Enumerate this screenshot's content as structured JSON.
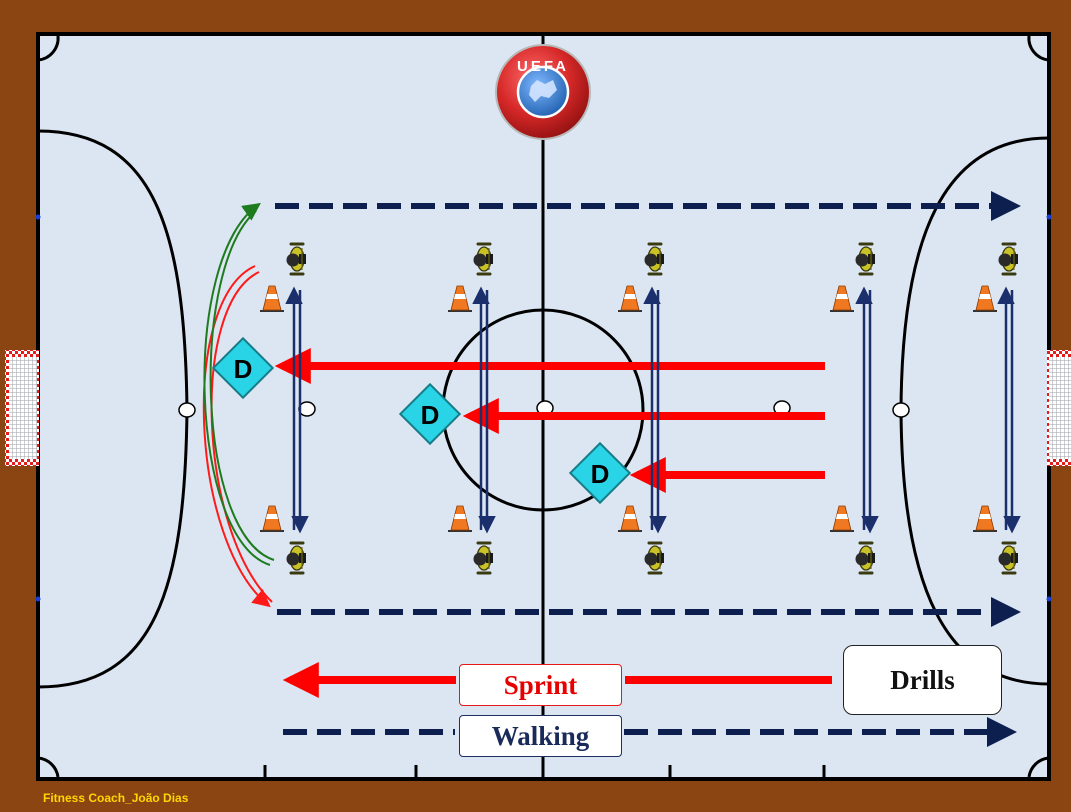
{
  "logo": {
    "text": "UEFA"
  },
  "defender_marker": "D",
  "legend": {
    "sprint": "Sprint",
    "walking": "Walking",
    "drills": "Drills"
  },
  "credit": "Fitness Coach_João Dias",
  "colors": {
    "surround": "#8B4513",
    "court": "#dce6f2",
    "lines": "#000000",
    "sprint": "#ff0000",
    "walking": "#0d1f4f",
    "drill_arrows": "#1a2f6b",
    "defender": "#29d4e6",
    "credit_text": "#ffd700",
    "logo_red": "#d62828",
    "curve_green": "#1e7b1e"
  },
  "icons": [
    "uefa-logo-icon",
    "goal-net-icon",
    "cone-icon",
    "mannequin-icon",
    "defender-diamond-icon"
  ]
}
